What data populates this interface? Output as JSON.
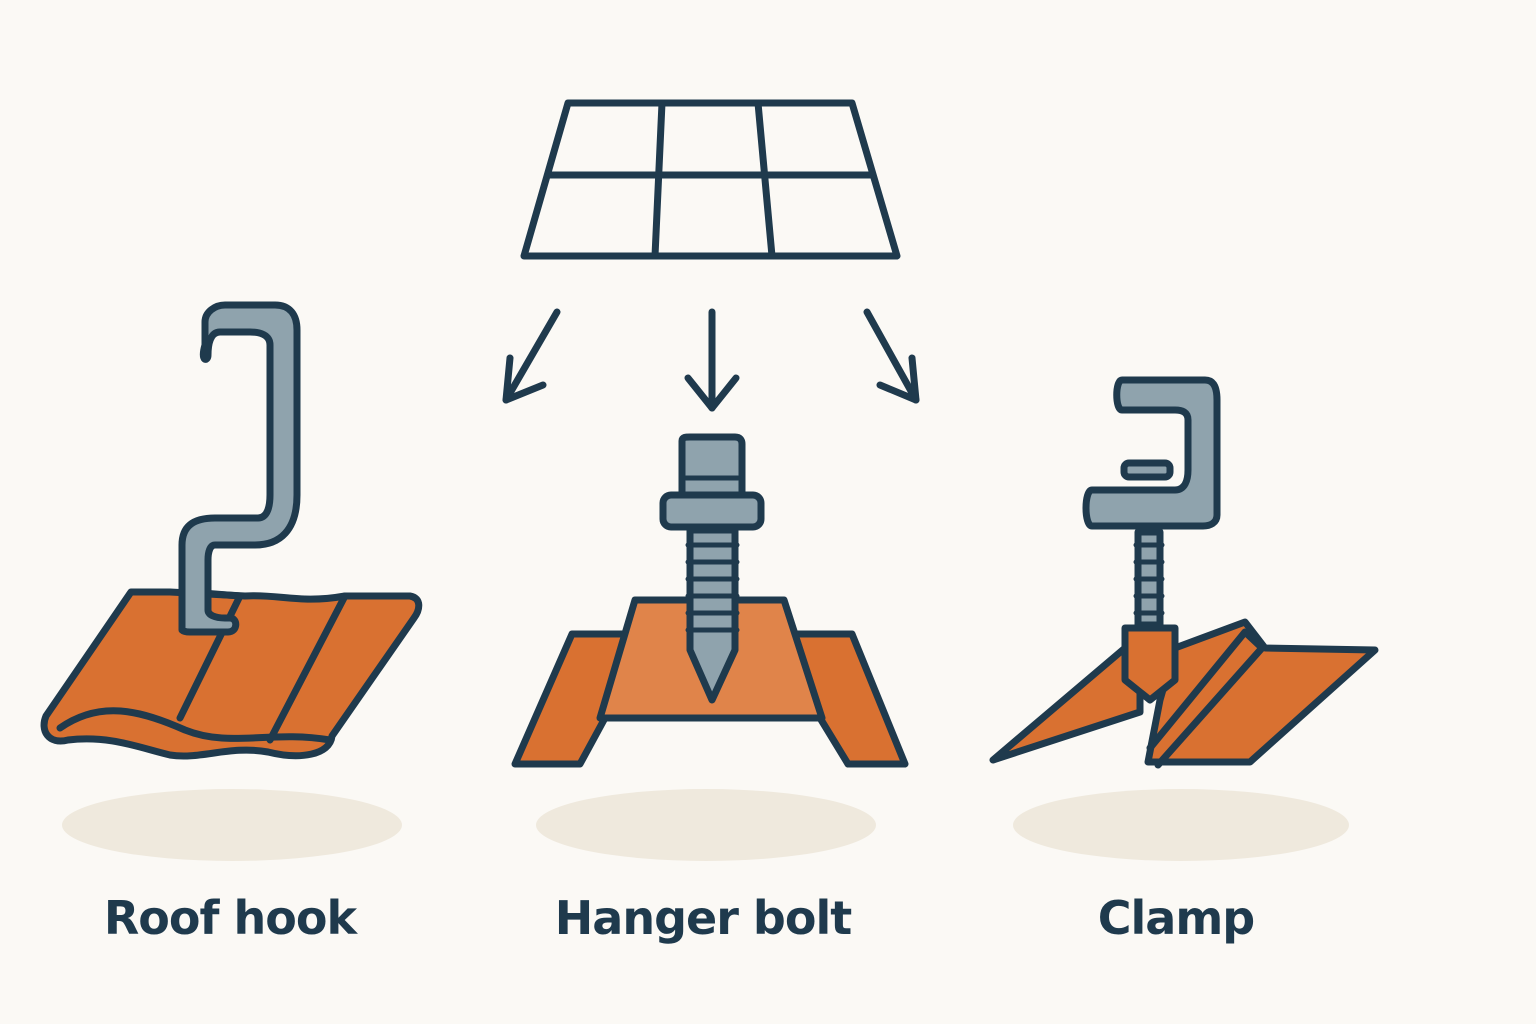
{
  "colors": {
    "background": "#fbf9f5",
    "outline": "#1f3a4d",
    "roof_tile": "#d97131",
    "roof_tile_light": "#e0844a",
    "metal": "#8fa3ad",
    "shadow": "#efe9dd"
  },
  "icons": {
    "panel": "solar-panel-icon",
    "arrows": [
      "arrow-down-left-icon",
      "arrow-down-icon",
      "arrow-down-right-icon"
    ]
  },
  "mounts": [
    {
      "id": "roof-hook",
      "icon": "roof-hook-icon",
      "label": "Roof hook"
    },
    {
      "id": "hanger-bolt",
      "icon": "hanger-bolt-icon",
      "label": "Hanger bolt"
    },
    {
      "id": "clamp",
      "icon": "seam-clamp-icon",
      "label": "Clamp"
    }
  ]
}
